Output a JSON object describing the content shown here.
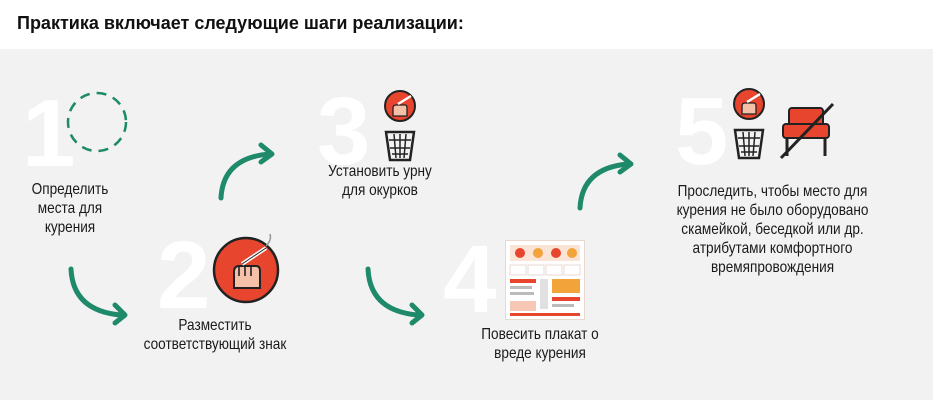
{
  "title": "Практика включает следующие шаги реализации:",
  "colors": {
    "accent_red": "#e8452e",
    "arrow_green": "#1f8a6a",
    "panel_bg": "#f2f2f2",
    "number_white": "#ffffff"
  },
  "steps": [
    {
      "number": "1",
      "lines": [
        "Определить",
        "места для",
        "курения"
      ],
      "icon": "dashed-circle-icon"
    },
    {
      "number": "2",
      "lines": [
        "Разместить",
        "соответствующий знак"
      ],
      "icon": "smoking-hand-icon"
    },
    {
      "number": "3",
      "lines": [
        "Установить урну",
        "для окурков"
      ],
      "icon": "smoking-hand-and-trash-bin-icon"
    },
    {
      "number": "4",
      "lines": [
        "Повесить плакат о",
        "вреде курения"
      ],
      "icon": "anti-smoking-poster-icon"
    },
    {
      "number": "5",
      "lines": [
        "Проследить, чтобы место для",
        "курения не было оборудовано",
        "скамейкой, беседкой или др.",
        "атрибутами комфортного",
        "времяпровождения"
      ],
      "icon": "smoking-hand-trash-bin-crossed-chair-icon"
    }
  ]
}
